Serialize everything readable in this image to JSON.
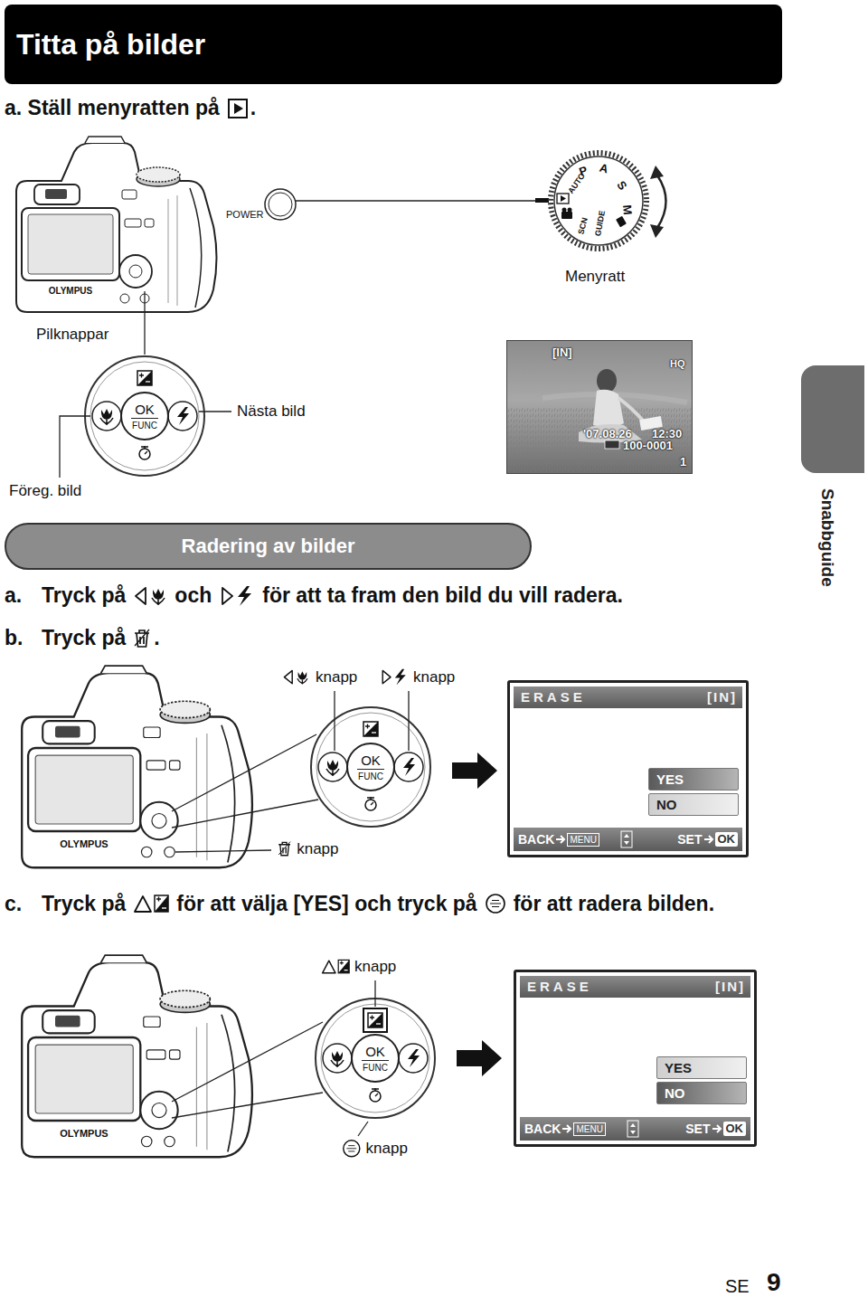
{
  "diagram": {
    "nodes": [
      {
        "text": [
          "Titta på bilder"
        ]
      },
      {
        "text": [
          "OK",
          "FUNC"
        ]
      },
      {
        "text": [
          "[IN]",
          "HQ",
          "'07.08.26",
          "12:30",
          "100-0001",
          "1"
        ]
      },
      {
        "text": [
          "Snabbguide"
        ]
      },
      {
        "text": [
          "Radering av bilder"
        ]
      },
      {
        "text": [
          "OK",
          "FUNC"
        ]
      },
      {
        "text": [
          "ERASE",
          "[IN]",
          "BACK",
          "MENU",
          "SET",
          "OK"
        ]
      },
      {
        "text": [
          "YES"
        ],
        "in": 6
      },
      {
        "text": [
          "NO"
        ],
        "in": 6
      },
      {
        "text": [
          "OK",
          "FUNC"
        ]
      },
      {
        "text": [
          "ERASE",
          "[IN]",
          "BACK",
          "MENU",
          "SET",
          "OK"
        ]
      },
      {
        "text": [
          "YES"
        ],
        "in": 10
      },
      {
        "text": [
          "NO"
        ],
        "in": 10
      }
    ],
    "labels": [
      "a. Ställ menyratten på",
      ".",
      "POWER",
      "P",
      "A",
      "S",
      "M",
      "AUTO",
      "SCN",
      "GUIDE",
      "OLYMPUS",
      "Menyratt",
      "Pilknappar",
      "Nästa bild",
      "Föreg. bild",
      "a.",
      "Tryck på",
      "och",
      "för att ta fram den bild du vill radera.",
      "b.",
      "Tryck på",
      ".",
      "knapp",
      "knapp",
      "OLYMPUS",
      "knapp",
      "c.",
      "Tryck på",
      "för att välja [YES] och tryck på",
      "för att radera bilden.",
      "knapp",
      "OLYMPUS",
      "knapp",
      "SE",
      "9"
    ]
  }
}
